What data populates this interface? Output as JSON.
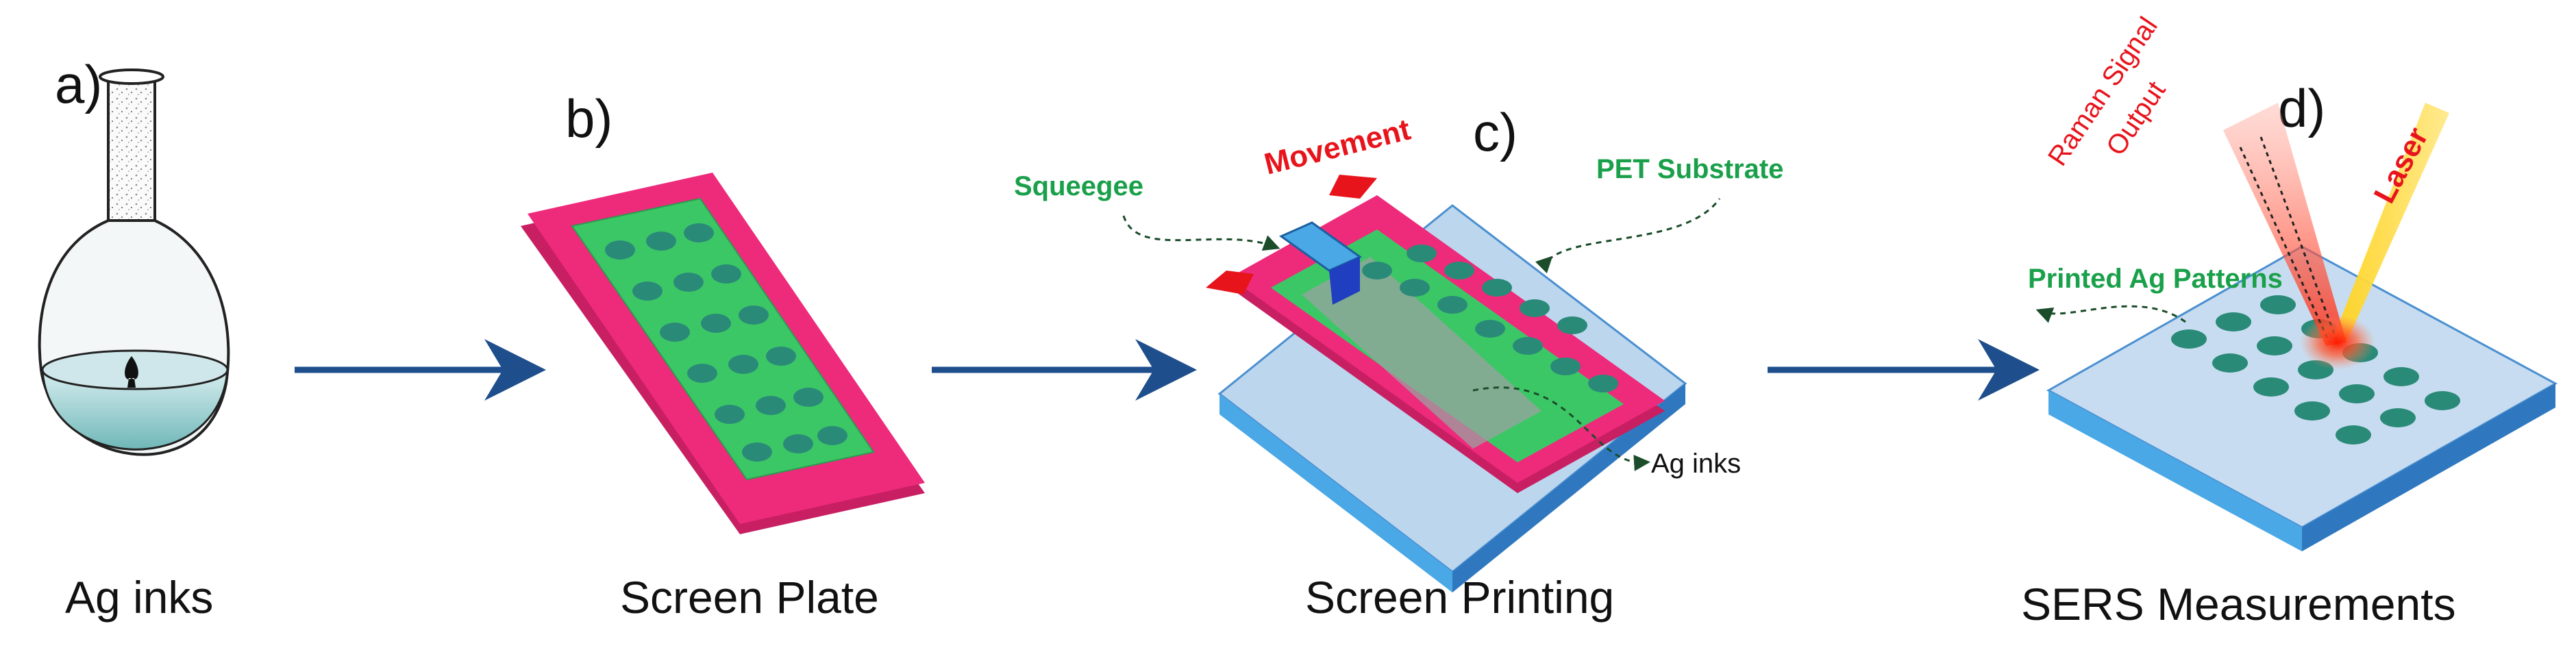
{
  "panels": {
    "a": {
      "letter": "a)",
      "caption": "Ag inks"
    },
    "b": {
      "letter": "b)",
      "caption": "Screen Plate"
    },
    "c": {
      "letter": "c)",
      "caption": "Screen Printing",
      "labels": {
        "squeegee": "Squeegee",
        "movement": "Movement",
        "pet": "PET Substrate",
        "ink": "Ag inks"
      }
    },
    "d": {
      "letter": "d)",
      "caption": "SERS Measurements",
      "labels": {
        "patterns": "Printed Ag Patterns",
        "raman1": "Raman Signal",
        "raman2": "Output",
        "laser": "Laser"
      }
    }
  },
  "colors": {
    "arrow": "#1f4e8c",
    "frame": "#ee2a7b",
    "mesh": "#3cc766",
    "dot": "#2a8a78",
    "substrate": "#bcd6ee",
    "substrate_edge": "#4a8fd0",
    "label_green": "#1aa04a",
    "label_red": "#e8141c"
  },
  "icons": [
    "flask-icon",
    "process-arrow-icon",
    "screen-plate-icon",
    "squeegee-icon",
    "laser-beam-icon"
  ]
}
